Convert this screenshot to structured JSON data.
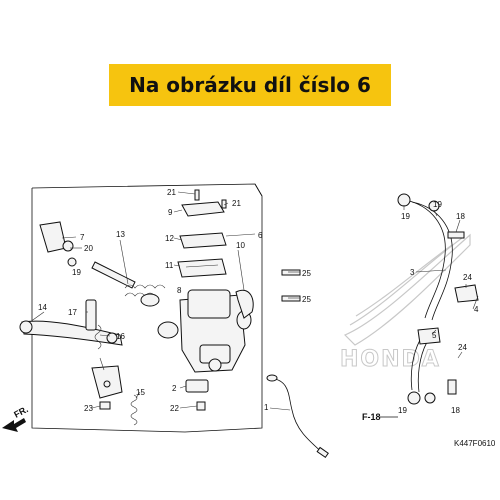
{
  "banner": {
    "text": "Na obrázku díl číslo 6"
  },
  "callouts": {
    "p1": "1",
    "p2": "2",
    "p3": "3",
    "p4": "4",
    "p5": "5",
    "p6": "6",
    "p7": "7",
    "p8": "8",
    "p9": "9",
    "p10": "10",
    "p11": "11",
    "p12": "12",
    "p13": "13",
    "p14": "14",
    "p15": "15",
    "p16": "16",
    "p17": "17",
    "p18a": "18",
    "p18b": "18",
    "p19a": "19",
    "p19b": "19",
    "p19c": "19",
    "p19d": "19",
    "p20": "20",
    "p21a": "21",
    "p21b": "21",
    "p22": "22",
    "p23": "23",
    "p24a": "24",
    "p24b": "24",
    "p25a": "25",
    "p25b": "25"
  },
  "ref_mark": "F-18",
  "front_mark": "FR.",
  "diagram_code": "K447F0610",
  "brand_watermark": "HONDA",
  "colors": {
    "banner": "#f6c40f",
    "ink": "#111111",
    "watermark": "#c8c8c8"
  }
}
